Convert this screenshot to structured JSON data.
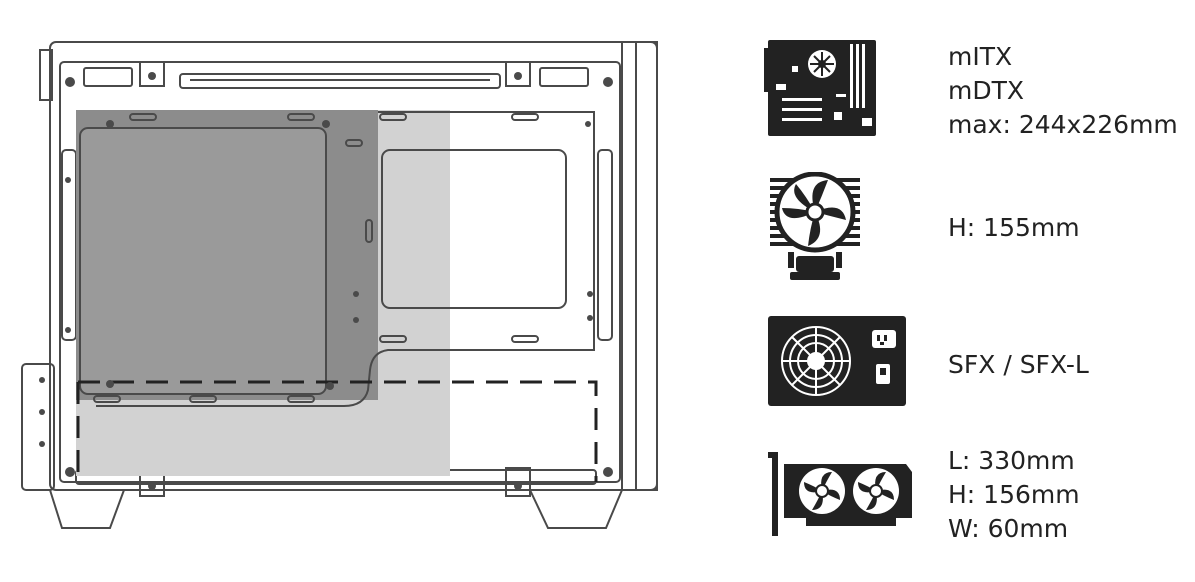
{
  "specs": {
    "motherboard": {
      "icon": "motherboard-icon",
      "line1": "mITX",
      "line2": "mDTX",
      "line3": "max: 244x226mm"
    },
    "cpu_cooler": {
      "icon": "cpu-cooler-icon",
      "line1": "H: 155mm"
    },
    "psu": {
      "icon": "psu-icon",
      "line1": "SFX / SFX-L"
    },
    "gpu": {
      "icon": "graphics-card-icon",
      "line1": "L: 330mm",
      "line2": "H: 156mm",
      "line3": "W: 60mm"
    }
  },
  "colors": {
    "outline": "#4a4a4a",
    "motherboard_zone": "#8c8c8c",
    "gpu_zone": "#d2d2d2",
    "icon_fill": "#222222"
  }
}
